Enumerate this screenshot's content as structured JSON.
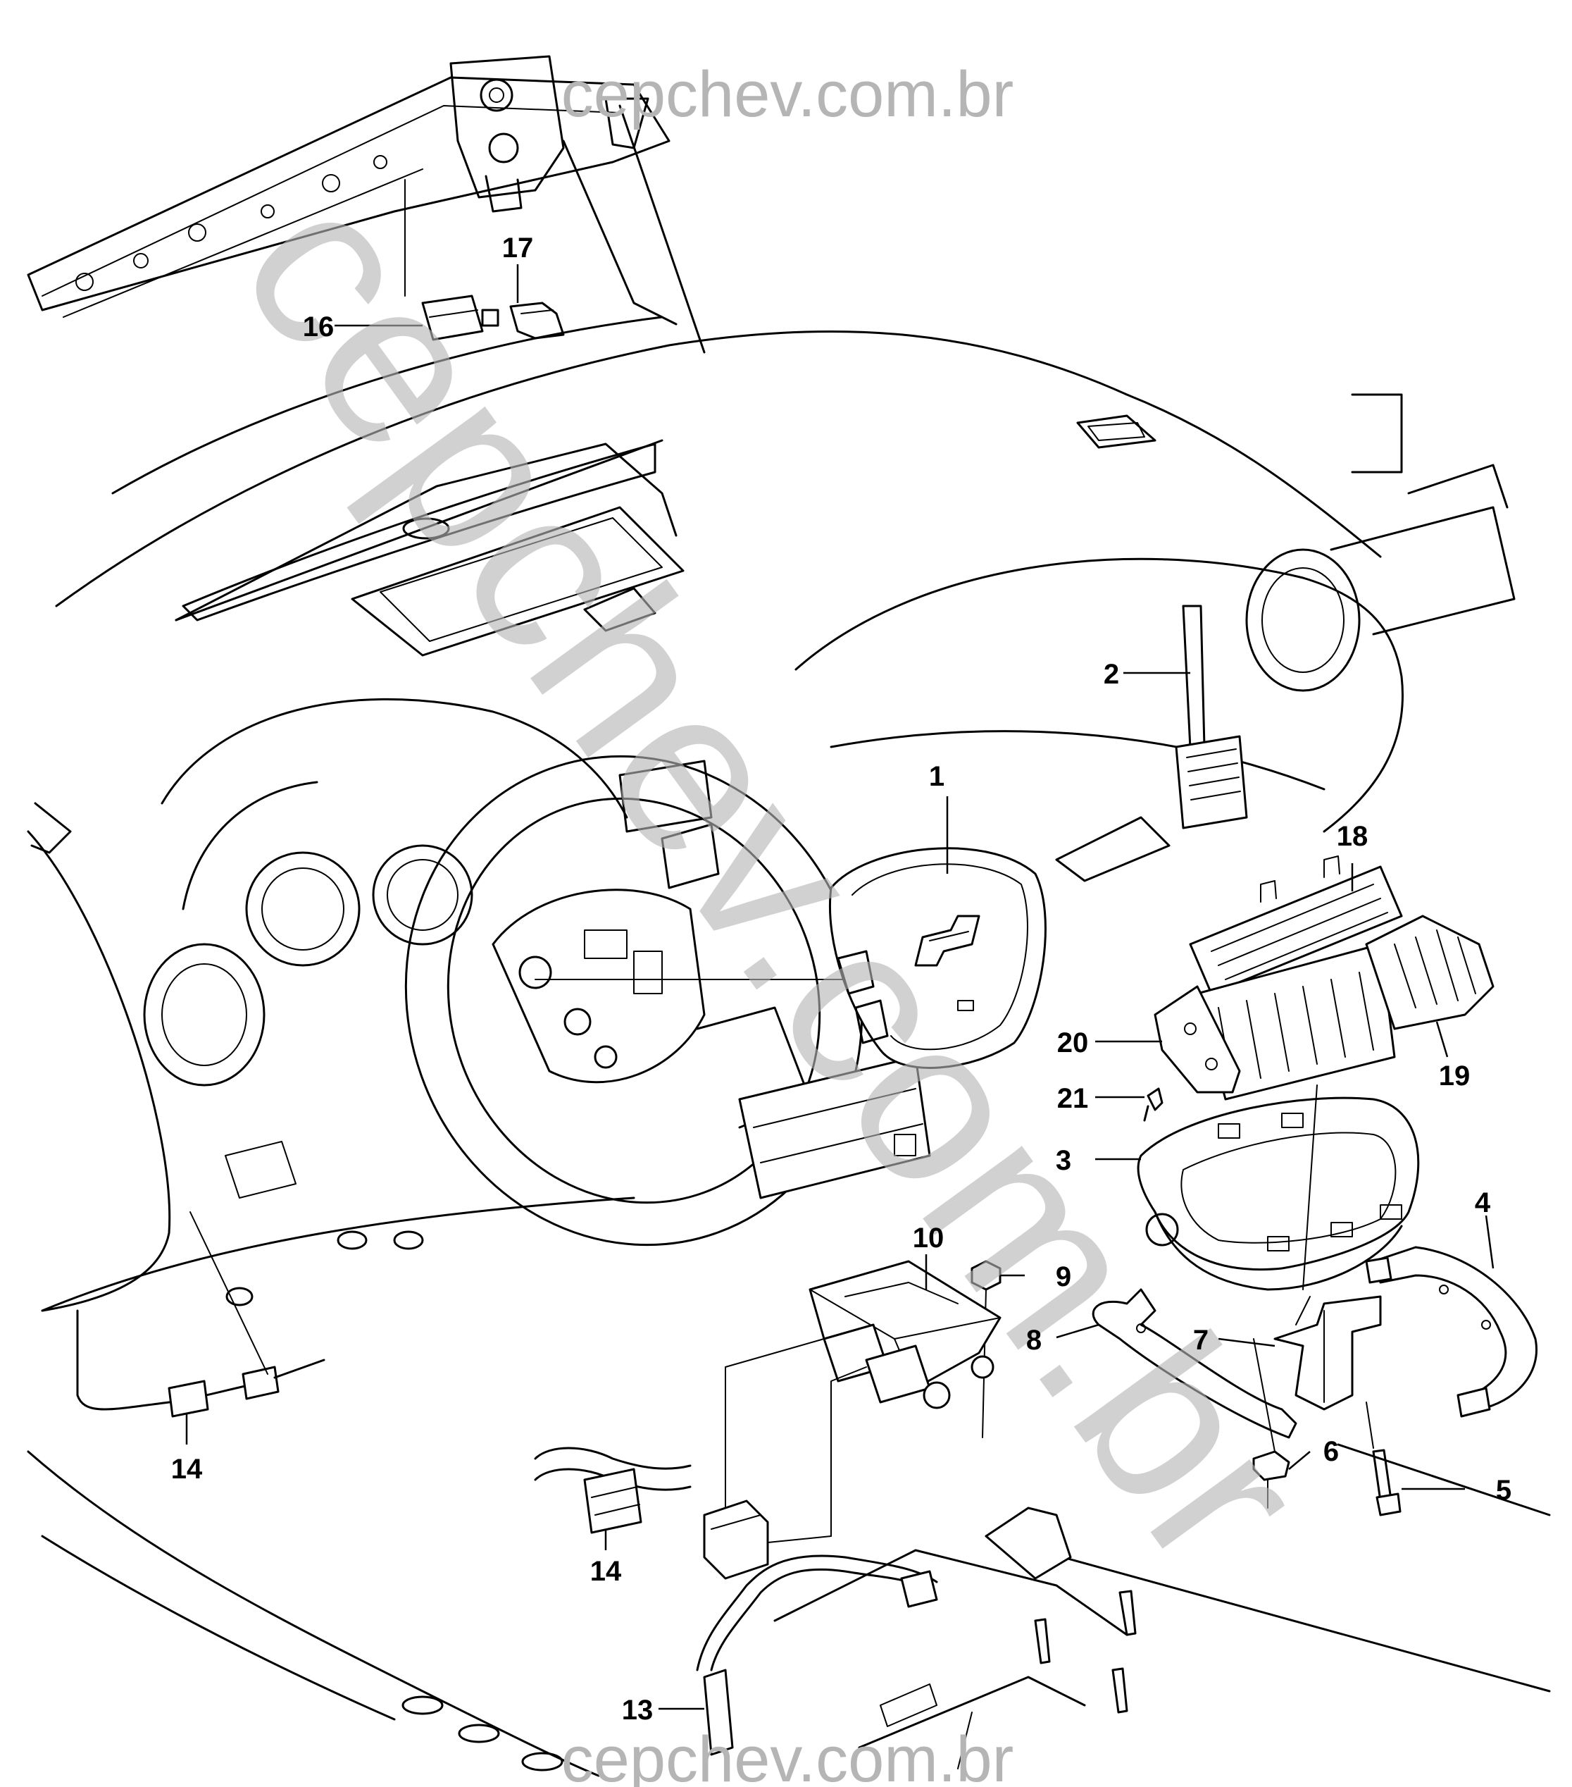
{
  "watermarks": {
    "top": "cepchev.com.br",
    "diagonal": "cepchev.com.br",
    "bottom": "cepchev.com.br"
  },
  "callouts": [
    "1",
    "2",
    "3",
    "4",
    "5",
    "6",
    "7",
    "8",
    "9",
    "10",
    "13",
    "14",
    "14",
    "16",
    "17",
    "18",
    "19",
    "20",
    "21"
  ],
  "colors": {
    "line": "#000000",
    "watermark": "#b5b5b5",
    "background": "#ffffff"
  }
}
